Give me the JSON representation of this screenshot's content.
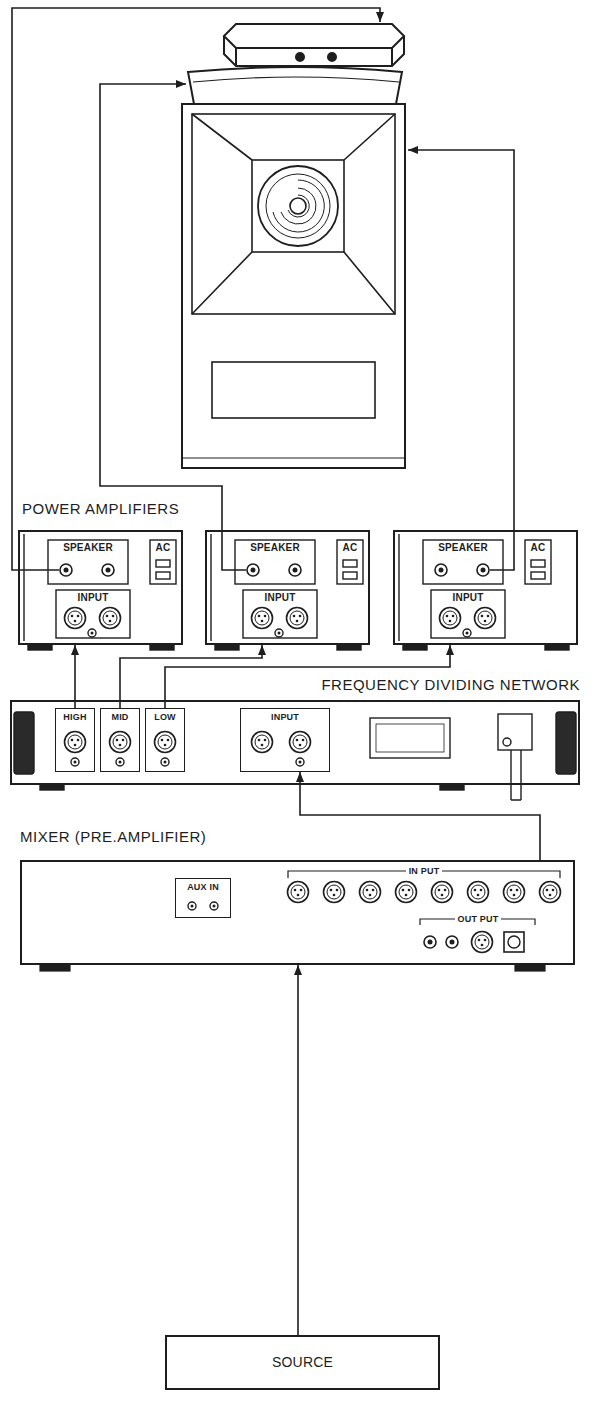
{
  "diagram": {
    "nodes": [
      {
        "text": [
          "SPEAKER",
          "AC",
          "INPUT"
        ]
      },
      {
        "text": [
          "SPEAKER",
          "AC",
          "INPUT"
        ]
      },
      {
        "text": [
          "SPEAKER",
          "AC",
          "INPUT"
        ]
      },
      {
        "text": [
          "FREQUENCY DIVIDING NETWORK"
        ]
      },
      {
        "text": [
          "HIGH"
        ],
        "in": 3
      },
      {
        "text": [
          "MID"
        ],
        "in": 3
      },
      {
        "text": [
          "LOW"
        ],
        "in": 3
      },
      {
        "text": [
          "INPUT"
        ],
        "in": 3
      },
      {
        "text": [
          "MIXER (PRE.AMPLIFIER)",
          "IN PUT",
          "OUT PUT"
        ]
      },
      {
        "text": [
          "AUX IN"
        ],
        "in": 8
      },
      {
        "text": [
          "SOURCE"
        ]
      }
    ],
    "edges": [
      {
        "from": 4,
        "to": 0,
        "arrow": "to"
      },
      {
        "from": 5,
        "to": 1,
        "arrow": "to"
      },
      {
        "from": 6,
        "to": 2,
        "arrow": "to"
      },
      {
        "from": 8,
        "to": 7,
        "arrow": "to"
      },
      {
        "from": 10,
        "to": 8,
        "arrow": "to"
      }
    ],
    "labels": [
      "POWER AMPLIFIERS"
    ]
  }
}
